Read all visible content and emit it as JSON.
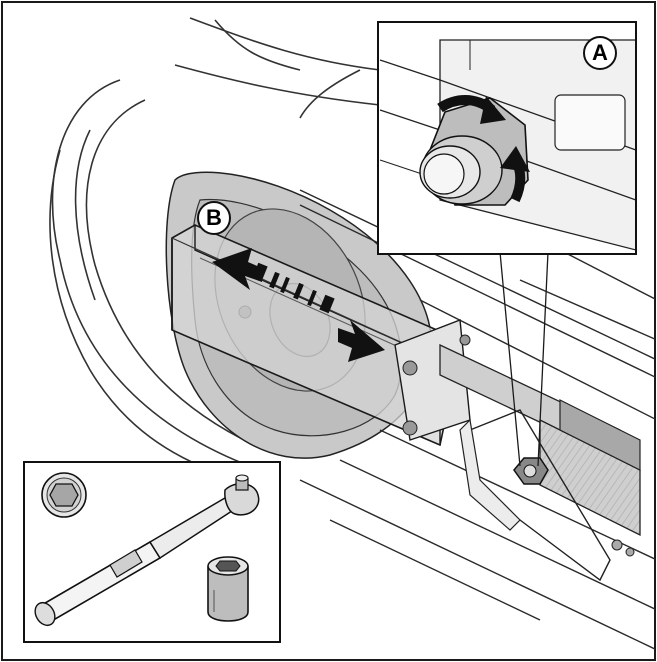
{
  "callouts": {
    "a": "A",
    "b": "B"
  },
  "colors": {
    "line": "#1a1a1a",
    "shade_dark": "#9a9a9a",
    "shade_mid": "#c4c4c4",
    "shade_light": "#dedede",
    "paper": "#ffffff"
  },
  "parts": {
    "inset_a": "nut-adjustment-detail",
    "inset_tools": "ratchet-and-socket-tools",
    "main": "belt-tensioner-assembly"
  },
  "icons": [
    "double-arrow-icon",
    "curved-arrow-icon",
    "hex-bolt-icon",
    "ratchet-icon",
    "socket-icon"
  ]
}
